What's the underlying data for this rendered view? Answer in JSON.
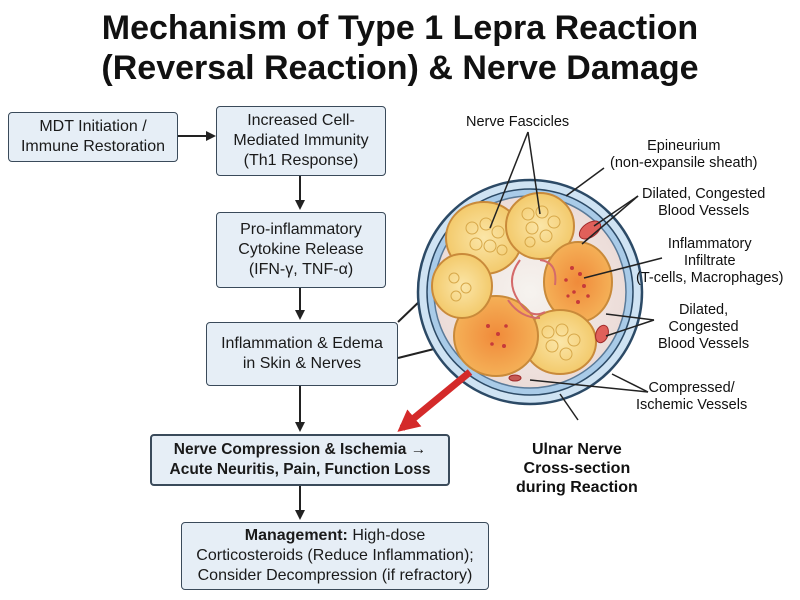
{
  "title": {
    "line1": "Mechanism of Type 1 Lepra Reaction",
    "line2": "(Reversal Reaction) & Nerve Damage"
  },
  "flow": {
    "box1": {
      "line1": "MDT Initiation /",
      "line2": "Immune Restoration"
    },
    "box2": {
      "line1": "Increased Cell-",
      "line2": "Mediated Immunity",
      "line3": "(Th1 Response)"
    },
    "box3": {
      "line1": "Pro-inflammatory",
      "line2": "Cytokine Release",
      "line3": "(IFN-γ, TNF-α)"
    },
    "box4": {
      "line1": "Inflammation & Edema",
      "line2": "in Skin & Nerves"
    },
    "box5": {
      "line1": "Nerve Compression & Ischemia →",
      "line2": "Acute Neuritis, Pain, Function Loss"
    },
    "box6": {
      "title": "Management:",
      "line1_rest": " High-dose",
      "line2": "Corticosteroids (Reduce Inflammation);",
      "line3": "Consider Decompression (if refractory)"
    }
  },
  "labels": {
    "nerve_fascicles": "Nerve Fascicles",
    "epineurium": {
      "line1": "Epineurium",
      "line2": "(non-expansile sheath)"
    },
    "dilated_vessels_1": {
      "line1": "Dilated, Congested",
      "line2": "Blood Vessels"
    },
    "inflammatory_infiltrate": {
      "line1": "Inflammatory",
      "line2": "Infiltrate",
      "line3": "(T-cells, Macrophages)"
    },
    "dilated_vessels_2": {
      "line1": "Dilated,",
      "line2": "Congested",
      "line3": "Blood Vessels"
    },
    "compressed_vessels": {
      "line1": "Compressed/",
      "line2": "Ischemic Vessels"
    },
    "caption": {
      "line1": "Ulnar Nerve",
      "line2": "Cross-section",
      "line3": "during Reaction"
    }
  },
  "colors": {
    "box_fill": "#e6eef6",
    "box_border": "#3a4a5a",
    "fascicle_fill": "#f7d98a",
    "inflamed_fascicle": "#f0a04a",
    "vessel_red": "#d94a4a",
    "epineurium_blue": "#9cc3e4",
    "highlight_arrow": "#d42a2a"
  }
}
